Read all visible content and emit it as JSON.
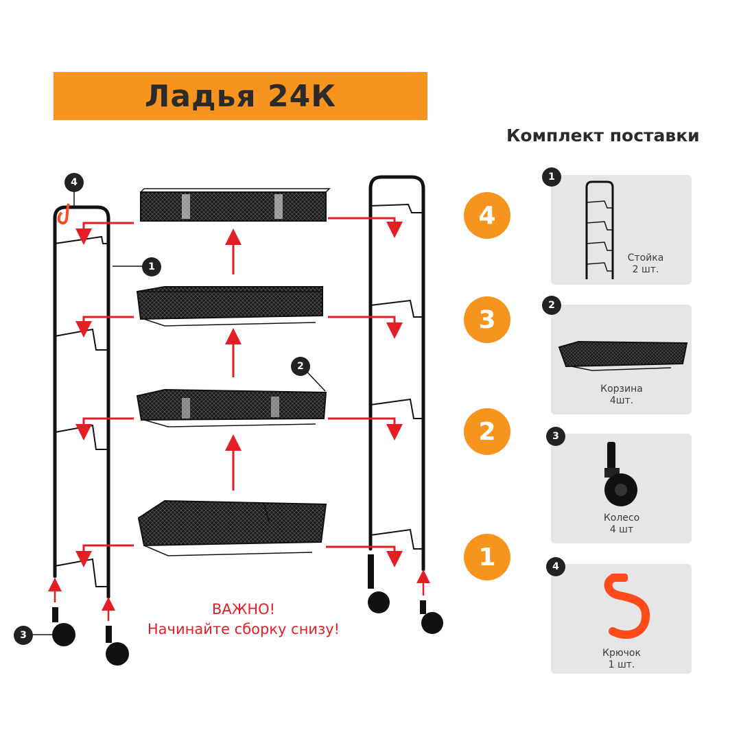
{
  "header": {
    "title": "Ладья 24К"
  },
  "kit": {
    "title": "Комплект поставки",
    "items": [
      {
        "num": "1",
        "name": "Стойка",
        "qty": "2 шт.",
        "icon": "rack-post-icon"
      },
      {
        "num": "2",
        "name": "Корзина",
        "qty": "4шт.",
        "icon": "mesh-basket-icon"
      },
      {
        "num": "3",
        "name": "Колесо",
        "qty": "4 шт",
        "icon": "caster-wheel-icon"
      },
      {
        "num": "4",
        "name": "Крючок",
        "qty": "1 шт.",
        "icon": "hook-icon"
      }
    ]
  },
  "steps": [
    "4",
    "3",
    "2",
    "1"
  ],
  "diagram": {
    "callouts": [
      "4",
      "1",
      "2",
      "3"
    ]
  },
  "notice": {
    "line1": "ВАЖНО!",
    "line2": "Начинайте сборку снизу!"
  },
  "colors": {
    "accent": "#f7941d",
    "arrow": "#e31e24",
    "metal": "#111111",
    "card": "#e6e6e6",
    "hook": "#ff4a1c"
  }
}
